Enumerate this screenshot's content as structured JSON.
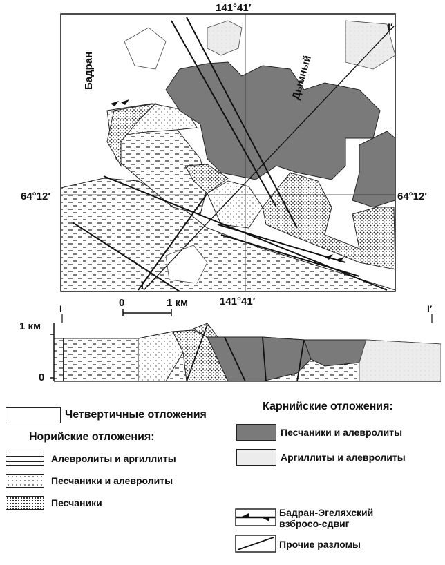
{
  "map": {
    "top_longitude": "141°41′",
    "bottom_longitude": "141°41′",
    "left_latitude": "64°12′",
    "right_latitude": "64°12′",
    "river_badran": "Бадран",
    "river_dymny": "Дымный",
    "section_start": "I",
    "section_end": "I′",
    "scale_zero": "0",
    "scale_one": "1 км"
  },
  "section": {
    "start": "I",
    "end": "I′",
    "height_top": "1 км",
    "height_zero": "0"
  },
  "legend": {
    "quaternary": "Четвертичные отложения",
    "norian_title": "Норийские отложения:",
    "norian_items": [
      "Алевролиты и аргиллиты",
      "Песчаники и алевролиты",
      "Песчаники"
    ],
    "carnian_title": "Карнийские отложения:",
    "carnian_items": [
      "Песчаники и алевролиты",
      "Аргиллиты и алевролиты"
    ],
    "fault_main": "Бадран-Эгеляхский взбросо-сдвиг",
    "fault_main_line1": "Бадран-Эгеляхский",
    "fault_main_line2": "взбросо-сдвиг",
    "fault_other": "Прочие разломы"
  },
  "colors": {
    "carnian_sandstone": "#7a7a7a",
    "line": "#111111"
  }
}
